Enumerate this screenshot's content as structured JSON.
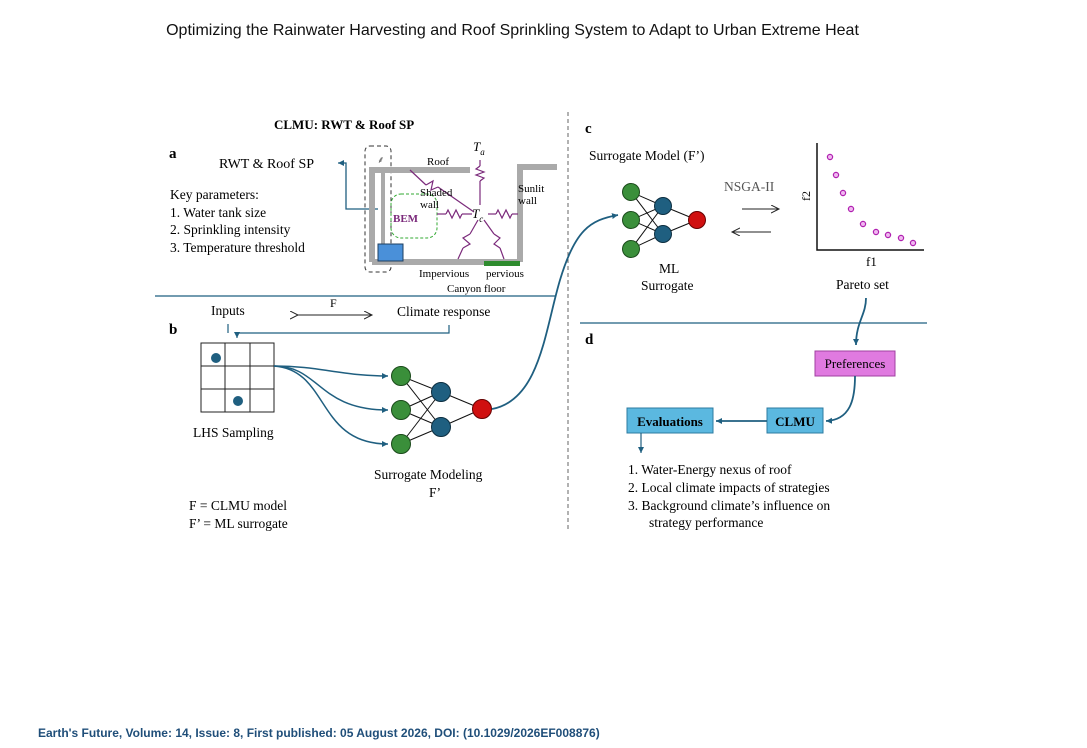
{
  "page": {
    "title": "Optimizing the Rainwater Harvesting and Roof Sprinkling System to Adapt to Urban Extreme Heat",
    "footer": "Earth's Future, Volume: 14, Issue: 8, First published: 05 August 2026, DOI: (10.1029/2026EF008876)"
  },
  "panel_a": {
    "letter": "a",
    "header": "CLMU: RWT & Roof SP",
    "system_label": "RWT & Roof SP",
    "key_params_title": "Key parameters:",
    "key_params": [
      "1.  Water tank size",
      "2.  Sprinkling intensity",
      "3.  Temperature threshold"
    ],
    "bem": "BEM",
    "roof": "Roof",
    "shaded": "Shaded",
    "wall": "wall",
    "sunlit": "Sunlit",
    "sunlit_wall": "wall",
    "ta_main": "T",
    "ta_sub": "a",
    "tc_main": "T",
    "tc_sub": "c",
    "impervious": "Impervious",
    "pervious": "pervious",
    "canyon_floor": "Canyon floor",
    "colors": {
      "pervious_bar": "#2e8b2e",
      "tank": "#4a90d9",
      "resistor": "#7b2a7b"
    }
  },
  "panel_b": {
    "letter": "b",
    "inputs": "Inputs",
    "f": "F",
    "climate_response": "Climate response",
    "lhs": "LHS Sampling",
    "surrogate_modeling": "Surrogate Modeling",
    "f_prime": "F’",
    "legend": [
      "F = CLMU model",
      "F’ = ML surrogate"
    ]
  },
  "panel_c": {
    "letter": "c",
    "surrogate_model": "Surrogate Model (F’)",
    "ml": "ML",
    "surrogate": "Surrogate",
    "nsga": "NSGA-II",
    "f2": "f2",
    "f1": "f1",
    "pareto_set": "Pareto set"
  },
  "panel_d": {
    "letter": "d",
    "preferences": "Preferences",
    "clmu": "CLMU",
    "evaluations": "Evaluations",
    "items": [
      "1.  Water-Energy nexus of roof",
      "2.  Local climate impacts of strategies",
      "3.  Background climate’s influence on",
      "strategy performance"
    ],
    "colors": {
      "preferences": "#e07ae0",
      "clmu": "#5bb8e0",
      "evaluations": "#5bb8e0"
    }
  },
  "colors": {
    "node_green": "#3a8f3a",
    "node_blue": "#1f5f80",
    "node_red": "#d01010",
    "arrow": "#1f5f80"
  }
}
